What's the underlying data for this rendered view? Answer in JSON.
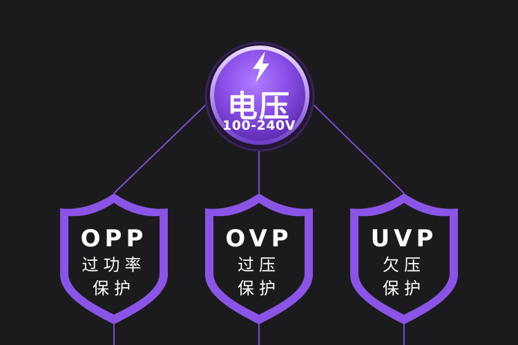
{
  "hub": {
    "title": "电压",
    "range": "100-240V",
    "icon": "lightning-bolt-icon"
  },
  "protections": [
    {
      "abbr": "OPP",
      "line1": "过功率",
      "line2": "保护"
    },
    {
      "abbr": "OVP",
      "line1": "过压",
      "line2": "保护"
    },
    {
      "abbr": "UVP",
      "line1": "欠压",
      "line2": "保护"
    }
  ],
  "colors": {
    "background": "#1b1a1c",
    "accent": "#8a55e6",
    "line": "#7a4fd3",
    "text": "#ffffff"
  }
}
